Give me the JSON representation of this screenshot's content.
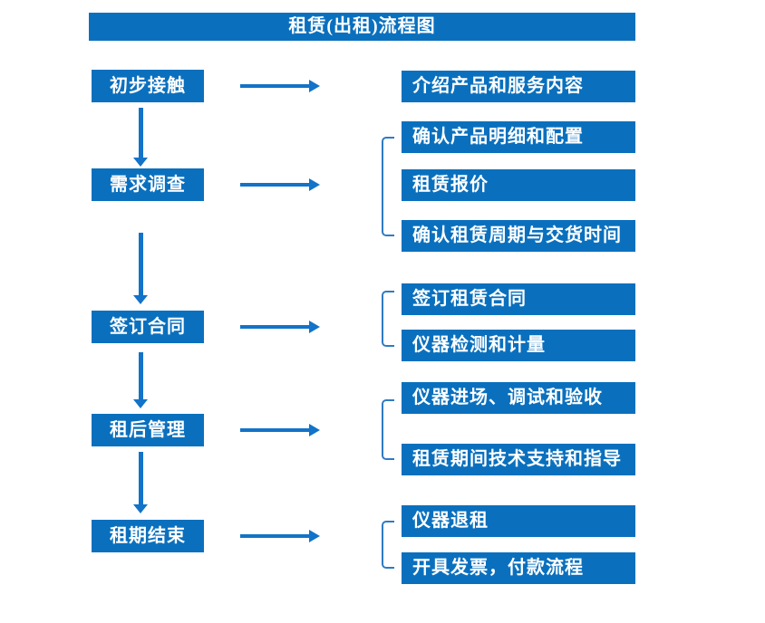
{
  "title": "租赁(出租)流程图",
  "colors": {
    "box_fill": "#0a70be",
    "arrow": "#1273c8",
    "bracket": "#2e7bc4",
    "box_text": "#ffffff",
    "background": "#ffffff"
  },
  "steps": [
    {
      "label": "初步接触",
      "details": [
        "介绍产品和服务内容"
      ]
    },
    {
      "label": "需求调查",
      "details": [
        "确认产品明细和配置",
        "租赁报价",
        "确认租赁周期与交货时间"
      ]
    },
    {
      "label": "签订合同",
      "details": [
        "签订租赁合同",
        "仪器检测和计量"
      ]
    },
    {
      "label": "租后管理",
      "details": [
        "仪器进场、调试和验收",
        "租赁期间技术支持和指导"
      ]
    },
    {
      "label": "租期结束",
      "details": [
        "仪器退租",
        "开具发票，付款流程"
      ]
    }
  ]
}
